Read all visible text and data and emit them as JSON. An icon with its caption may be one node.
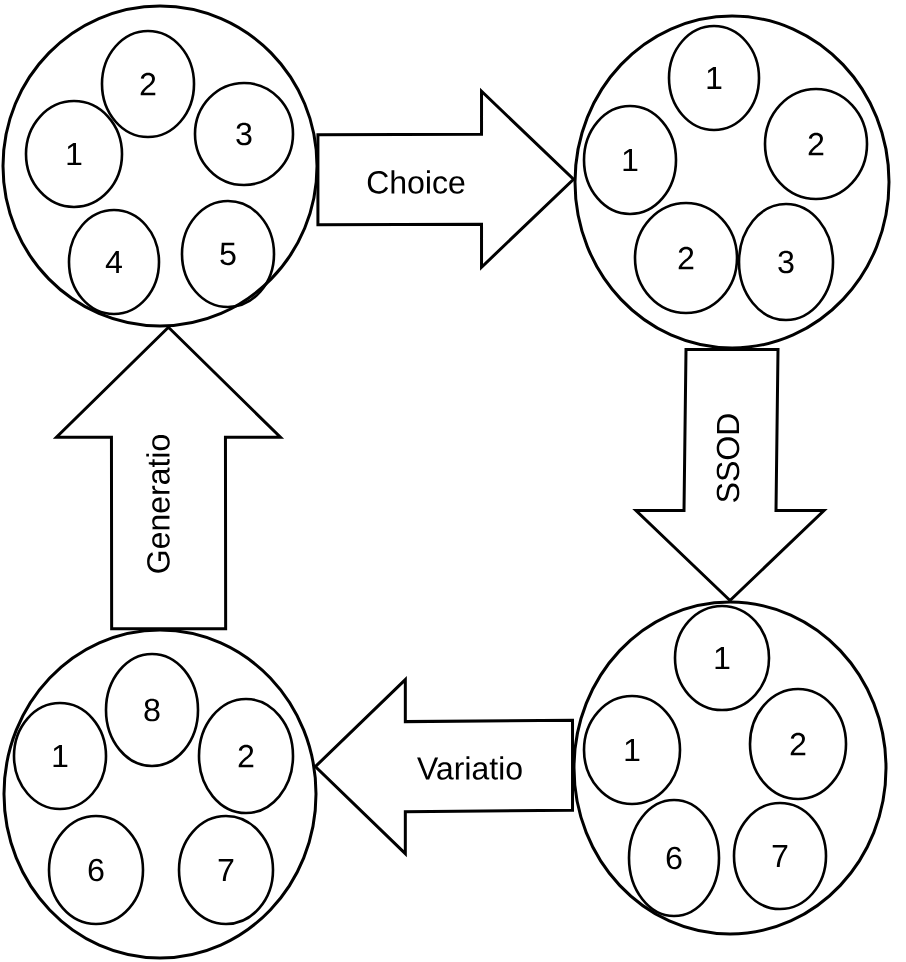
{
  "diagram": {
    "nodes": [
      {
        "text": [],
        "shape": "circle"
      },
      {
        "text": [
          "2"
        ],
        "in": 0
      },
      {
        "text": [
          "1"
        ],
        "in": 0
      },
      {
        "text": [
          "3"
        ],
        "in": 0
      },
      {
        "text": [
          "4"
        ],
        "in": 0
      },
      {
        "text": [
          "5"
        ],
        "in": 0
      },
      {
        "text": [],
        "shape": "circle"
      },
      {
        "text": [
          "1"
        ],
        "in": 6
      },
      {
        "text": [
          "1"
        ],
        "in": 6
      },
      {
        "text": [
          "2"
        ],
        "in": 6
      },
      {
        "text": [
          "2"
        ],
        "in": 6
      },
      {
        "text": [
          "3"
        ],
        "in": 6
      },
      {
        "text": [],
        "shape": "circle"
      },
      {
        "text": [
          "8"
        ],
        "in": 12
      },
      {
        "text": [
          "1"
        ],
        "in": 12
      },
      {
        "text": [
          "2"
        ],
        "in": 12
      },
      {
        "text": [
          "6"
        ],
        "in": 12
      },
      {
        "text": [
          "7"
        ],
        "in": 12
      },
      {
        "text": [],
        "shape": "circle"
      },
      {
        "text": [
          "1"
        ],
        "in": 18
      },
      {
        "text": [
          "1"
        ],
        "in": 18
      },
      {
        "text": [
          "2"
        ],
        "in": 18
      },
      {
        "text": [
          "6"
        ],
        "in": 18
      },
      {
        "text": [
          "7"
        ],
        "in": 18
      }
    ],
    "edges": [
      {
        "from": 0,
        "to": 6,
        "arrow": "to",
        "label": "Choice"
      },
      {
        "from": 6,
        "to": 18,
        "arrow": "to",
        "label": "SSOD"
      },
      {
        "from": 18,
        "to": 12,
        "arrow": "to",
        "label": "Variatio"
      },
      {
        "from": 12,
        "to": 0,
        "arrow": "to",
        "label": "Generatio"
      }
    ]
  }
}
